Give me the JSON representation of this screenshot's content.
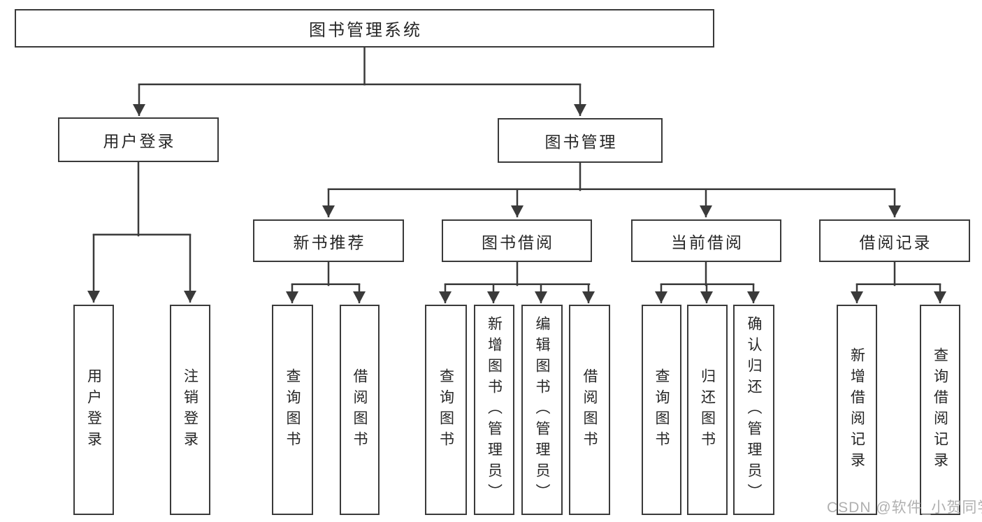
{
  "diagram": {
    "root": {
      "label": "图书管理系统"
    },
    "branches": [
      {
        "label": "用户登录",
        "children": [
          {
            "label": "用户登录"
          },
          {
            "label": "注销登录"
          }
        ]
      },
      {
        "label": "图书管理",
        "children": [
          {
            "label": "新书推荐",
            "children": [
              {
                "label": "查询图书"
              },
              {
                "label": "借阅图书"
              }
            ]
          },
          {
            "label": "图书借阅",
            "children": [
              {
                "label": "查询图书"
              },
              {
                "label": "新增图书（管理员）"
              },
              {
                "label": "编辑图书（管理员）"
              },
              {
                "label": "借阅图书"
              }
            ]
          },
          {
            "label": "当前借阅",
            "children": [
              {
                "label": "查询图书"
              },
              {
                "label": "归还图书"
              },
              {
                "label": "确认归还（管理员）"
              }
            ]
          },
          {
            "label": "借阅记录",
            "children": [
              {
                "label": "新增借阅记录"
              },
              {
                "label": "查询借阅记录"
              }
            ]
          }
        ]
      }
    ]
  },
  "watermark": "CSDN @软件_小贺同学",
  "colors": {
    "line": "#3a3a3a",
    "text": "#262626",
    "background": "#ffffff",
    "watermark": "#b0b0b0"
  }
}
